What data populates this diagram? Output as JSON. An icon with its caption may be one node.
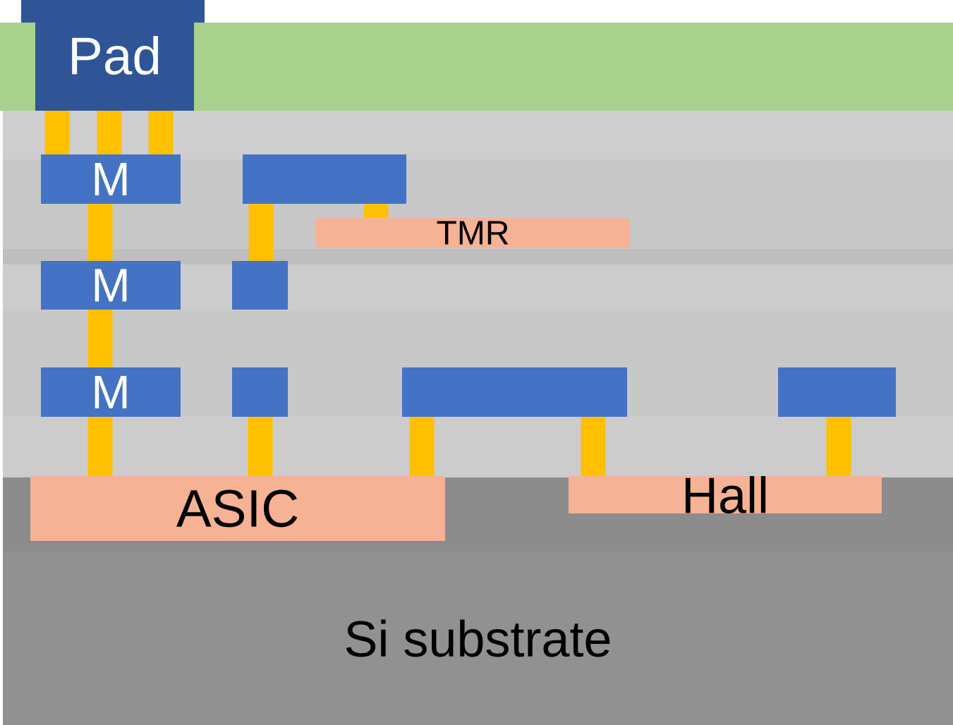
{
  "diagram": {
    "nodes": [
      {
        "text": [
          "Pad"
        ]
      },
      {
        "text": [
          "M"
        ]
      },
      {
        "text": [],
        "shape": "box"
      },
      {
        "text": [
          "TMR"
        ]
      },
      {
        "text": [
          "M"
        ]
      },
      {
        "text": [],
        "shape": "box"
      },
      {
        "text": [
          "M"
        ]
      },
      {
        "text": [],
        "shape": "box"
      },
      {
        "text": [],
        "shape": "box"
      },
      {
        "text": [],
        "shape": "box"
      },
      {
        "text": [
          "ASIC"
        ]
      },
      {
        "text": [
          "Hall"
        ]
      },
      {
        "text": [
          "Si substrate"
        ]
      }
    ],
    "edges": [
      {
        "from": 0,
        "to": 1,
        "arrow": "none"
      },
      {
        "from": 0,
        "to": 1,
        "arrow": "none"
      },
      {
        "from": 0,
        "to": 1,
        "arrow": "none"
      },
      {
        "from": 1,
        "to": 4,
        "arrow": "none"
      },
      {
        "from": 2,
        "to": 3,
        "arrow": "none"
      },
      {
        "from": 2,
        "to": 5,
        "arrow": "none"
      },
      {
        "from": 4,
        "to": 6,
        "arrow": "none"
      },
      {
        "from": 6,
        "to": 10,
        "arrow": "none"
      },
      {
        "from": 7,
        "to": 10,
        "arrow": "none"
      },
      {
        "from": 8,
        "to": 10,
        "arrow": "none"
      },
      {
        "from": 8,
        "to": 11,
        "arrow": "none"
      },
      {
        "from": 9,
        "to": 11,
        "arrow": "none"
      }
    ]
  }
}
